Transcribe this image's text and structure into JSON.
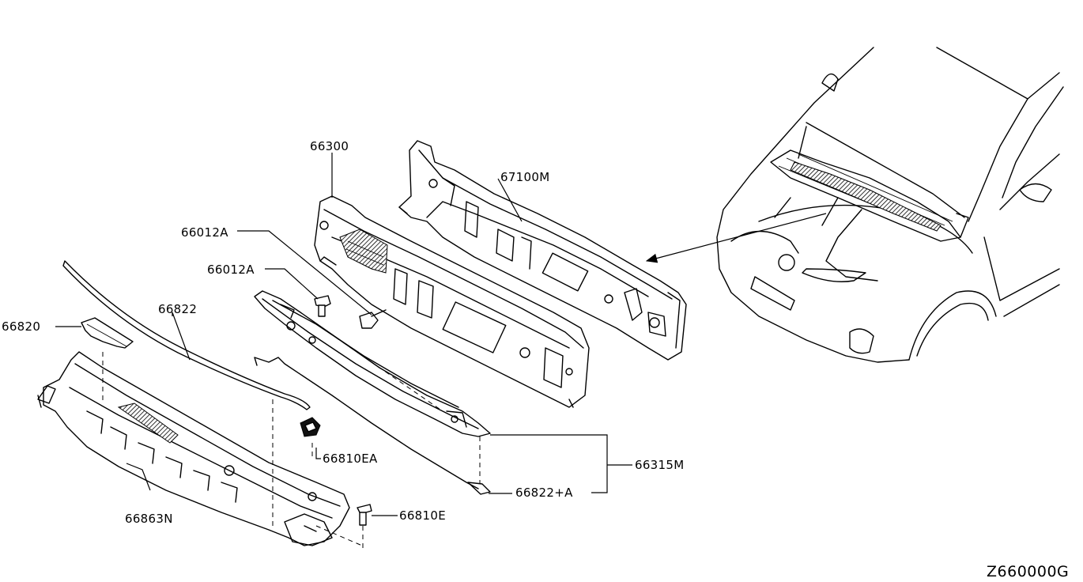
{
  "labels": {
    "p66300": "66300",
    "p67100M": "67100M",
    "p66012A_upper": "66012A",
    "p66012A_lower": "66012A",
    "p66822": "66822",
    "p66820": "66820",
    "p66810EA": "66810EA",
    "p66315M": "66315M",
    "p66822A": "66822+A",
    "p66863N": "66863N",
    "p66810E": "66810E"
  },
  "diagram_code": "Z660000G"
}
